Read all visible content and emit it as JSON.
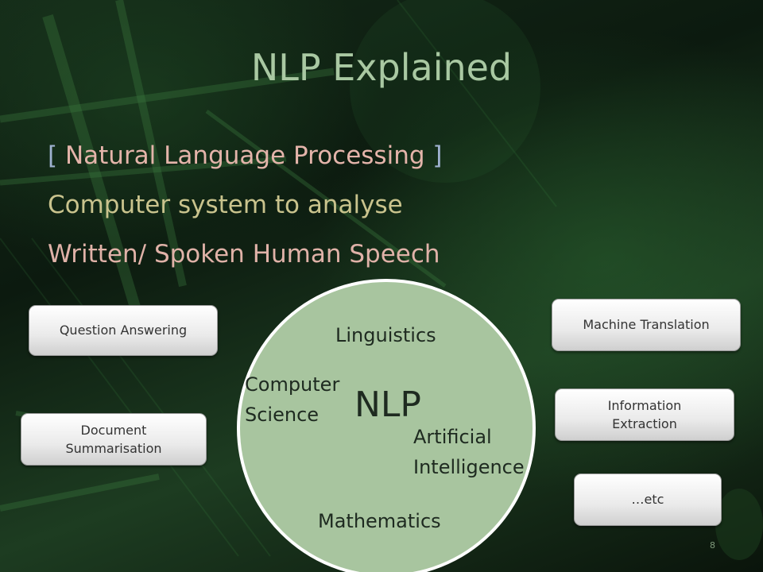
{
  "slide": {
    "title": "NLP Explained",
    "lines": {
      "open_bracket": "[ ",
      "expansion": "Natural Language Processing",
      "close_bracket": " ]",
      "line2": "Computer system to analyse",
      "line3": "Written/ Spoken Human Speech"
    },
    "applications": {
      "question_answering": "Question Answering",
      "document_summarisation_1": "Document",
      "document_summarisation_2": "Summarisation",
      "machine_translation": "Machine Translation",
      "information_extraction_1": "Information",
      "information_extraction_2": "Extraction",
      "etc": "…etc"
    },
    "circle": {
      "center": "NLP",
      "linguistics": "Linguistics",
      "computer_science_1": "Computer",
      "computer_science_2": "Science",
      "ai_1": "Artificial",
      "ai_2": "Intelligence",
      "mathematics": "Mathematics"
    },
    "page_number": "8"
  },
  "colors": {
    "title": "#a9c8a2",
    "circle_fill": "#a8c59f",
    "bracket": "#9fb2d0",
    "line2": "#c9c38d",
    "line3": "#e0b2a8"
  }
}
